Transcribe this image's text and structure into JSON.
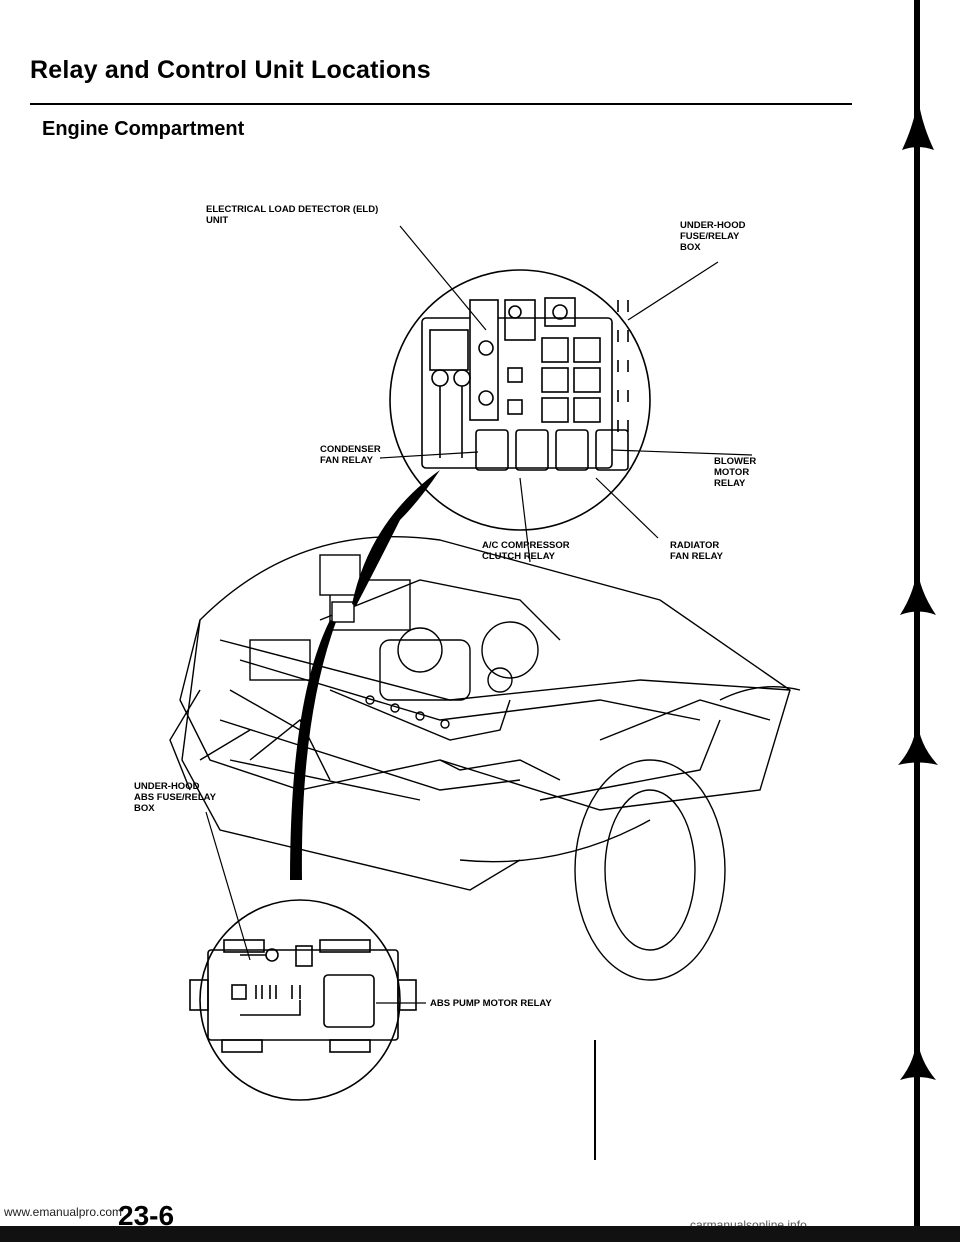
{
  "page": {
    "title": "Relay and Control Unit Locations",
    "subtitle": "Engine Compartment",
    "page_number": "23-6",
    "footer_url": "www.emanualpro.com",
    "footer_url_right": "carmanualsonline.info"
  },
  "labels": {
    "eld": "ELECTRICAL LOAD DETECTOR (ELD)\nUNIT",
    "underhood_box": "UNDER-HOOD\nFUSE/RELAY\nBOX",
    "condenser": "CONDENSER\nFAN RELAY",
    "blower": "BLOWER\nMOTOR\nRELAY",
    "ac_clutch": "A/C COMPRESSOR\nCLUTCH RELAY",
    "radiator": "RADIATOR\nFAN RELAY",
    "abs_box": "UNDER-HOOD\nABS FUSE/RELAY\nBOX",
    "abs_pump": "ABS PUMP MOTOR RELAY"
  },
  "icons": {
    "relay_box_detail": "fuse-relay-box-icon",
    "vehicle": "vehicle-engine-bay-icon",
    "abs_box_detail": "abs-relay-box-icon"
  }
}
